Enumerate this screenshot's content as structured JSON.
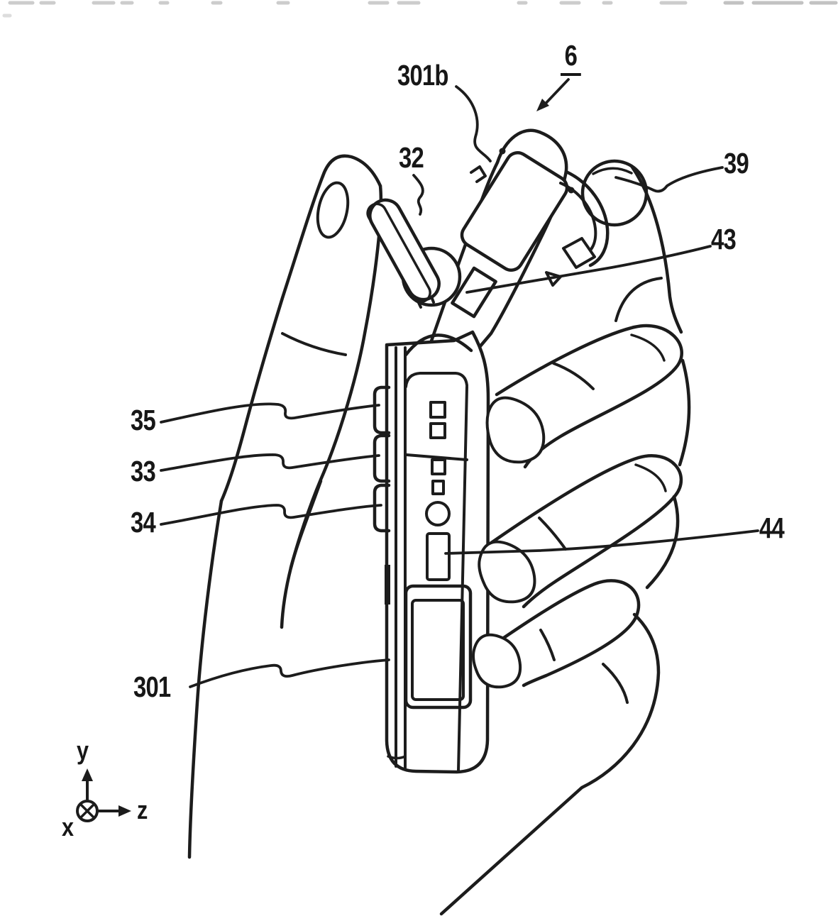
{
  "figure": {
    "description": "Patent line drawing of a hand gripping a handheld game controller sideways",
    "reference_labels": {
      "301b": "301b",
      "6": "6",
      "32": "32",
      "39": "39",
      "43": "43",
      "35": "35",
      "33": "33",
      "34": "34",
      "44": "44",
      "301": "301"
    },
    "axis_indicator": {
      "up": "y",
      "right": "z",
      "into_page": "x"
    },
    "colors": {
      "ink": "#1c1c1c",
      "paper": "#ffffff",
      "scan_noise": "#cccccc"
    }
  }
}
